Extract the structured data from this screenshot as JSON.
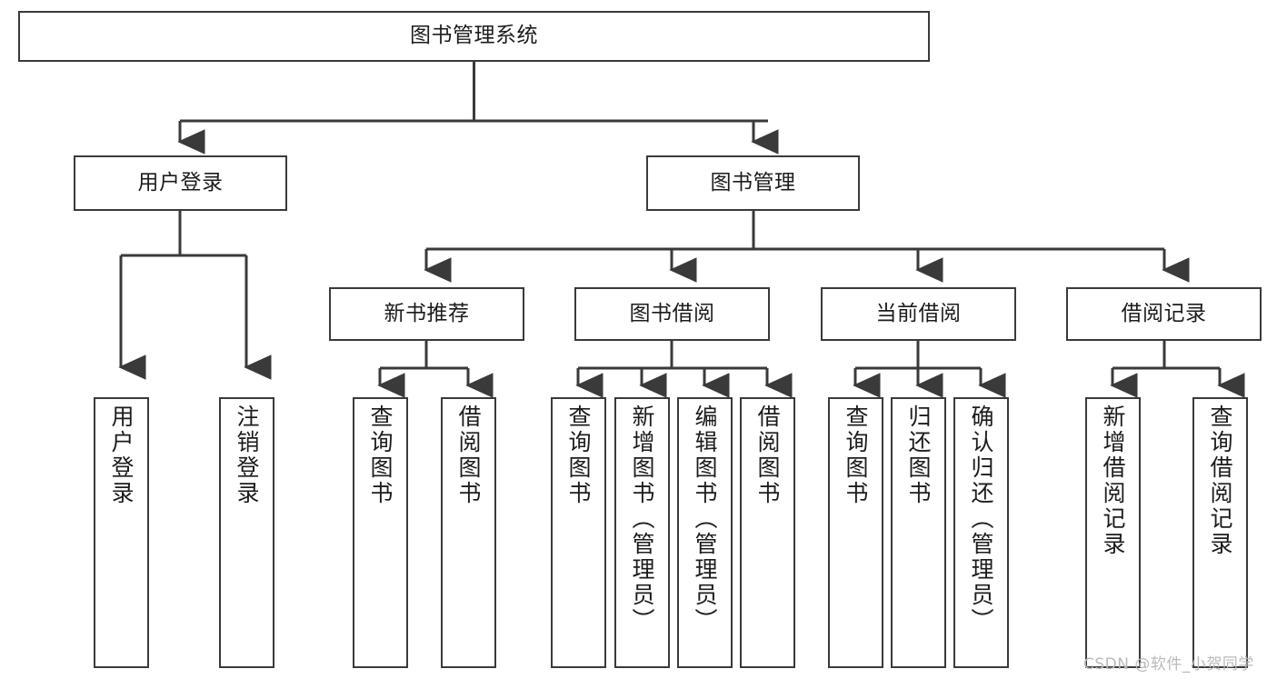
{
  "diagram": {
    "title": "图书管理系统",
    "type": "tree-hierarchy",
    "root": {
      "label": "图书管理系统"
    },
    "level2": [
      {
        "label": "用户登录"
      },
      {
        "label": "图书管理"
      }
    ],
    "level3": [
      {
        "label": "新书推荐"
      },
      {
        "label": "图书借阅"
      },
      {
        "label": "当前借阅"
      },
      {
        "label": "借阅记录"
      }
    ],
    "leaves": {
      "user_login": [
        {
          "label": "用户登录"
        },
        {
          "label": "注销登录"
        }
      ],
      "new_book_recommend": [
        {
          "label": "查询图书"
        },
        {
          "label": "借阅图书"
        }
      ],
      "book_borrow": [
        {
          "label": "查询图书"
        },
        {
          "label": "新增图书（管理员）"
        },
        {
          "label": "编辑图书（管理员）"
        },
        {
          "label": "借阅图书"
        }
      ],
      "current_borrow": [
        {
          "label": "查询图书"
        },
        {
          "label": "归还图书"
        },
        {
          "label": "确认归还（管理员）"
        }
      ],
      "borrow_record": [
        {
          "label": "新增借阅记录"
        },
        {
          "label": "查询借阅记录"
        }
      ]
    }
  },
  "watermark": {
    "text": "CSDN @软件_小贺同学"
  },
  "colors": {
    "stroke": "#3a3a3a",
    "fill": "#ffffff",
    "text": "#1c1c1c",
    "watermark": "#b9b9b9"
  }
}
